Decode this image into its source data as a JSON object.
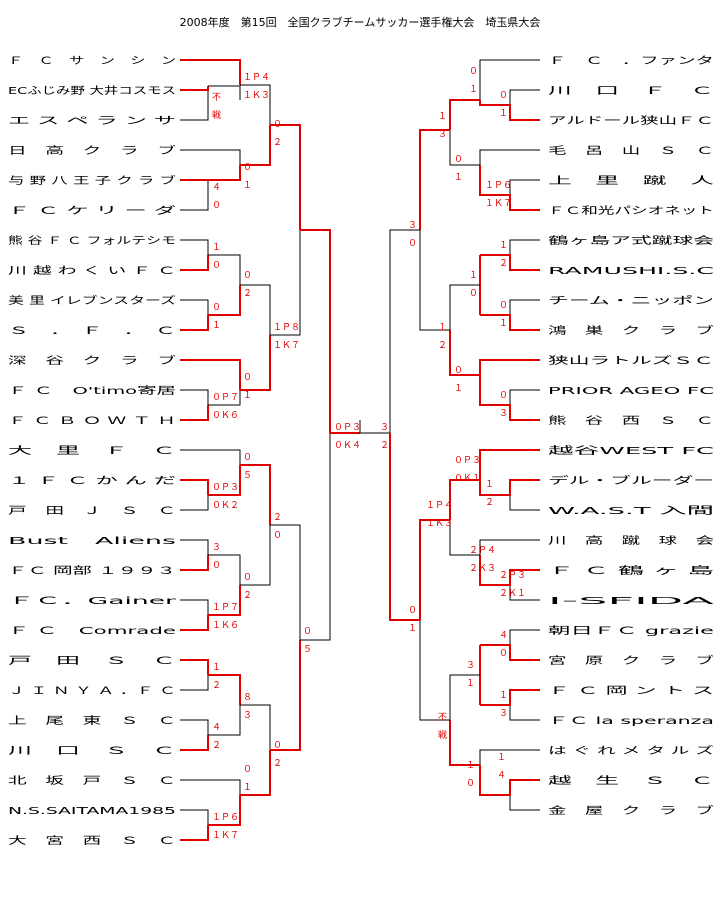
{
  "title": "2008年度　第15回　全国クラブチームサッカー選手権大会　埼玉県大会",
  "colors": {
    "winner": "#e00000",
    "loser": "#000000"
  },
  "left_teams": [
    "Ｆ　Ｃ　サ　ン　シ　ン",
    "ECふじみ野 大井コスモス",
    "エ ス ペ ラ ン サ",
    "日　高　ク　ラ　ブ",
    "与 野 八 王 子 ク ラ ブ",
    "Ｆ Ｃ ケ リ ー ダ",
    "熊 谷 Ｆ Ｃ フォルテシモ",
    "川 越 わ く い Ｆ Ｃ",
    "美 里 イレブンスターズ",
    "Ｓ　．　Ｆ　．　Ｃ",
    "深　谷　ク　ラ　ブ",
    "Ｆ Ｃ　O'timo寄居",
    "Ｆ Ｃ Ｂ Ｏ Ｗ Ｔ Ｈ",
    "大　里　Ｆ　Ｃ",
    "１ Ｆ Ｃ か ん だ",
    "戸　田　Ｊ　Ｓ　Ｃ",
    "Bust　Aliens",
    "ＦＣ 岡部 １９９３",
    "ＦＣ．Gainer",
    "Ｆ Ｃ　Comrade",
    "戸　田　Ｓ　Ｃ",
    "Ｊ Ｉ Ｎ Ｙ Ａ ．Ｆ Ｃ",
    "上　尾　東　Ｓ　Ｃ",
    "川　口　Ｓ　Ｃ",
    "北　坂　戸　Ｓ　Ｃ",
    "N.S.SAITAMA1985",
    "大　宮　西　Ｓ　Ｃ"
  ],
  "right_teams": [
    "Ｆ　Ｃ　．ファンタ",
    "川　口　Ｆ　Ｃ",
    "アルドール狭山ＦＣ",
    "毛　呂　山　Ｓ　Ｃ",
    "上　里　蹴　人",
    "ＦＣ和光パシオネット",
    "鶴ヶ島ア式蹴球会",
    "RAMUSHI.S.C",
    "チーム・ニッポン",
    "鴻　巣　ク　ラ　ブ",
    "狭山ラトルズＳＣ",
    "PRIOR AGEO FC",
    "熊　谷　西　Ｓ　Ｃ",
    "越谷WEST FC",
    "デル・ブルーダー",
    "W.A.S.T 入間",
    "川　高　蹴　球　会",
    "Ｆ Ｃ 鶴 ヶ 島",
    "I-SFIDA",
    "朝日ＦＣ grazie",
    "宮　原　ク　ラ　ブ",
    "Ｆ Ｃ 岡 ン ト ス",
    "ＦＣ la speranza",
    "は ぐ れ メ タ ル ズ",
    "越　生　Ｓ　Ｃ",
    "金　屋　ク　ラ　ブ"
  ],
  "scores": [
    "１Ｐ４",
    "１Ｋ３",
    "不",
    "戦",
    "０",
    "２",
    "０",
    "１",
    "４",
    "０",
    "１",
    "０",
    "０",
    "２",
    "１Ｐ８",
    "１Ｋ７",
    "０",
    "１",
    "０",
    "１",
    "０Ｐ７",
    "０Ｋ６",
    "０",
    "５",
    "０Ｐ３",
    "０Ｋ２",
    "２",
    "０",
    "３",
    "０",
    "０",
    "２",
    "１Ｐ７",
    "１Ｋ６",
    "０",
    "５",
    "１",
    "２",
    "８",
    "３",
    "４",
    "２",
    "０",
    "２",
    "０",
    "１",
    "１Ｐ６",
    "１Ｋ７",
    "０Ｐ３",
    "０Ｋ４",
    "３",
    "２",
    "０",
    "１",
    "０",
    "１",
    "１",
    "３",
    "０",
    "１",
    "１Ｐ６",
    "１Ｋ７",
    "１",
    "２",
    "１",
    "０",
    "０",
    "１",
    "１",
    "２",
    "０",
    "１",
    "０",
    "３",
    "０Ｐ３",
    "０Ｋ１",
    "１",
    "２",
    "１Ｐ４",
    "１Ｋ３",
    "２Ｐ４",
    "２Ｋ３",
    "２Ｐ３",
    "２Ｋ１",
    "０",
    "１",
    "４",
    "０",
    "３",
    "１",
    "１",
    "３",
    "不",
    "戦",
    "１",
    "０",
    "１",
    "４",
    "３",
    "０",
    "不",
    "戦"
  ]
}
